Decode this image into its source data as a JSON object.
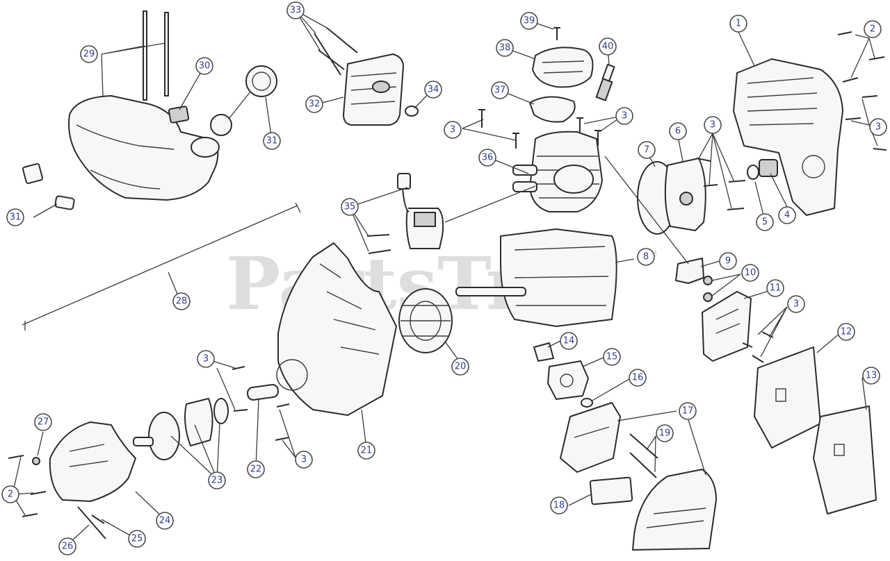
{
  "watermark": {
    "text": "PartsTree",
    "trademark": "TM"
  },
  "callout_color": "#2e3f8f",
  "callouts": [
    {
      "label": "1"
    },
    {
      "label": "2"
    },
    {
      "label": "2"
    },
    {
      "label": "3"
    },
    {
      "label": "3"
    },
    {
      "label": "3"
    },
    {
      "label": "3"
    },
    {
      "label": "3"
    },
    {
      "label": "3"
    },
    {
      "label": "3"
    },
    {
      "label": "4"
    },
    {
      "label": "5"
    },
    {
      "label": "6"
    },
    {
      "label": "7"
    },
    {
      "label": "8"
    },
    {
      "label": "9"
    },
    {
      "label": "10"
    },
    {
      "label": "11"
    },
    {
      "label": "12"
    },
    {
      "label": "13"
    },
    {
      "label": "14"
    },
    {
      "label": "15"
    },
    {
      "label": "16"
    },
    {
      "label": "17"
    },
    {
      "label": "18"
    },
    {
      "label": "19"
    },
    {
      "label": "20"
    },
    {
      "label": "21"
    },
    {
      "label": "22"
    },
    {
      "label": "23"
    },
    {
      "label": "24"
    },
    {
      "label": "25"
    },
    {
      "label": "26"
    },
    {
      "label": "27"
    },
    {
      "label": "28"
    },
    {
      "label": "29"
    },
    {
      "label": "30"
    },
    {
      "label": "31"
    },
    {
      "label": "31"
    },
    {
      "label": "32"
    },
    {
      "label": "33"
    },
    {
      "label": "34"
    },
    {
      "label": "35"
    },
    {
      "label": "36"
    },
    {
      "label": "37"
    },
    {
      "label": "38"
    },
    {
      "label": "39"
    },
    {
      "label": "40"
    }
  ]
}
